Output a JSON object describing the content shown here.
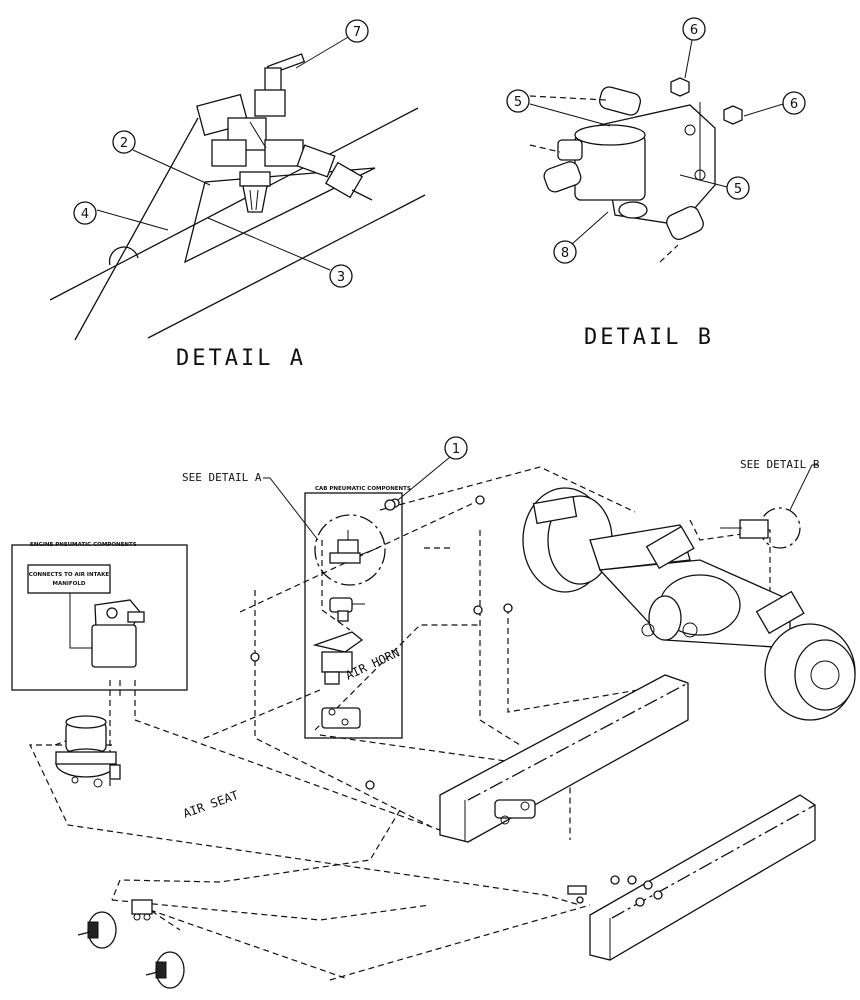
{
  "detail_a": {
    "title": "DETAIL A",
    "balloons": [
      "7",
      "2",
      "4",
      "3"
    ]
  },
  "detail_b": {
    "title": "DETAIL B",
    "balloons": [
      "6",
      "6",
      "5",
      "5",
      "8"
    ]
  },
  "main_view": {
    "balloon_1": "1",
    "see_detail_a": "SEE DETAIL A",
    "see_detail_b": "SEE DETAIL B",
    "cab_box_title": "CAB PNEUMATIC COMPONENTS",
    "engine_box_title": "ENGINE PNEUMATIC COMPONENTS",
    "intake_line1": "CONNECTS TO AIR INTAKE",
    "intake_line2": "MANIFOLD",
    "air_horn": "AIR HORN",
    "air_seat": "AIR SEAT"
  }
}
